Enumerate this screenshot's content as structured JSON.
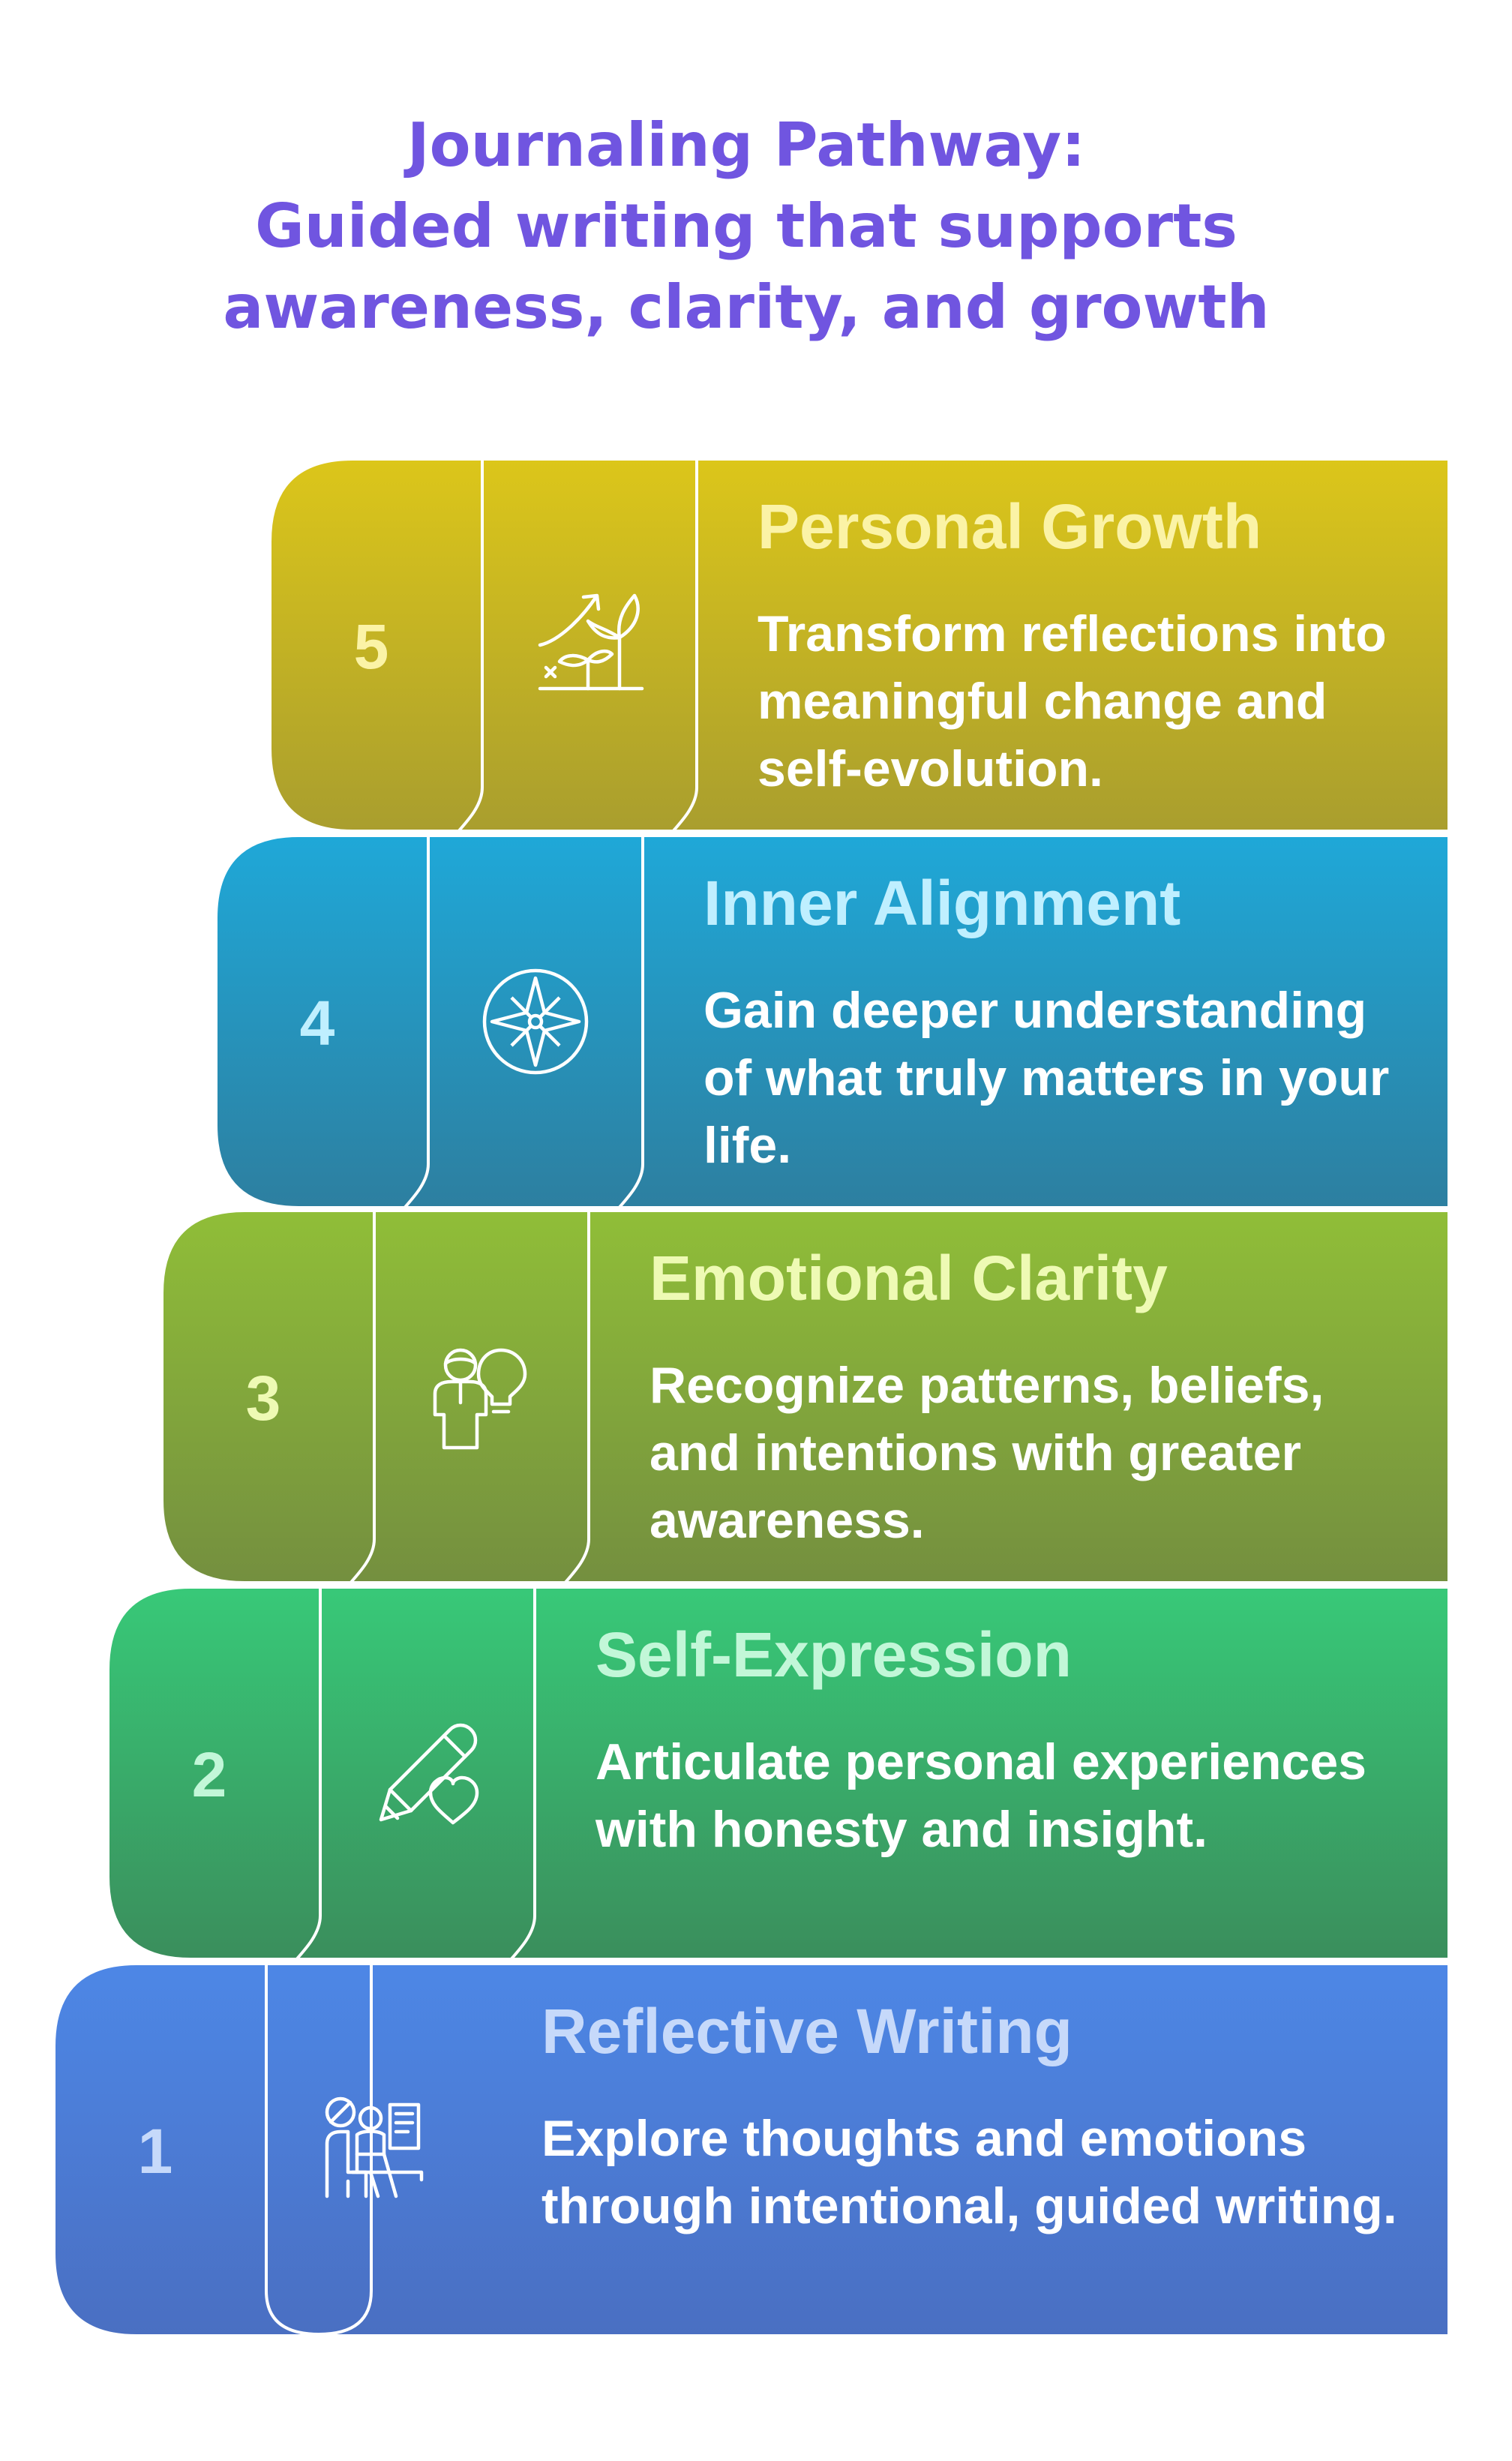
{
  "title": {
    "line1": "Journaling Pathway:",
    "line2": "Guided writing that supports",
    "line3": "awareness, clarity, and growth"
  },
  "steps": [
    {
      "number": "5",
      "heading": "Personal Growth",
      "description": "Transform reflections into meaningful change and self-evolution.",
      "icon": "growth-plant-icon",
      "color_top": "#DCC61A",
      "color_bottom": "#A99E2E",
      "heading_color": "#FBF3A6",
      "number_color": "#FBF3A6"
    },
    {
      "number": "4",
      "heading": "Inner Alignment",
      "description": "Gain deeper understanding of what truly matters in your life.",
      "icon": "compass-icon",
      "color_top": "#1FA8D8",
      "color_bottom": "#2D7FA0",
      "heading_color": "#BFEFFF",
      "number_color": "#BFEFFF"
    },
    {
      "number": "3",
      "heading": "Emotional Clarity",
      "description": "Recognize patterns, beliefs, and intentions with greater awareness.",
      "icon": "person-idea-icon",
      "color_top": "#90BE38",
      "color_bottom": "#748F3F",
      "heading_color": "#EEFAB4",
      "number_color": "#EEFAB4"
    },
    {
      "number": "2",
      "heading": "Self-Expression",
      "description": "Articulate personal experiences with honesty and insight.",
      "icon": "pen-heart-icon",
      "color_top": "#38C978",
      "color_bottom": "#3A8E5C",
      "heading_color": "#C2F7D8",
      "number_color": "#C2F7D8"
    },
    {
      "number": "1",
      "heading": "Reflective Writing",
      "description": "Explore thoughts and emotions through intentional, guided writing.",
      "icon": "person-writing-icon",
      "color_top": "#4D87E6",
      "color_bottom": "#4A6FC2",
      "heading_color": "#C6D9FA",
      "number_color": "#C6D9FA"
    }
  ]
}
